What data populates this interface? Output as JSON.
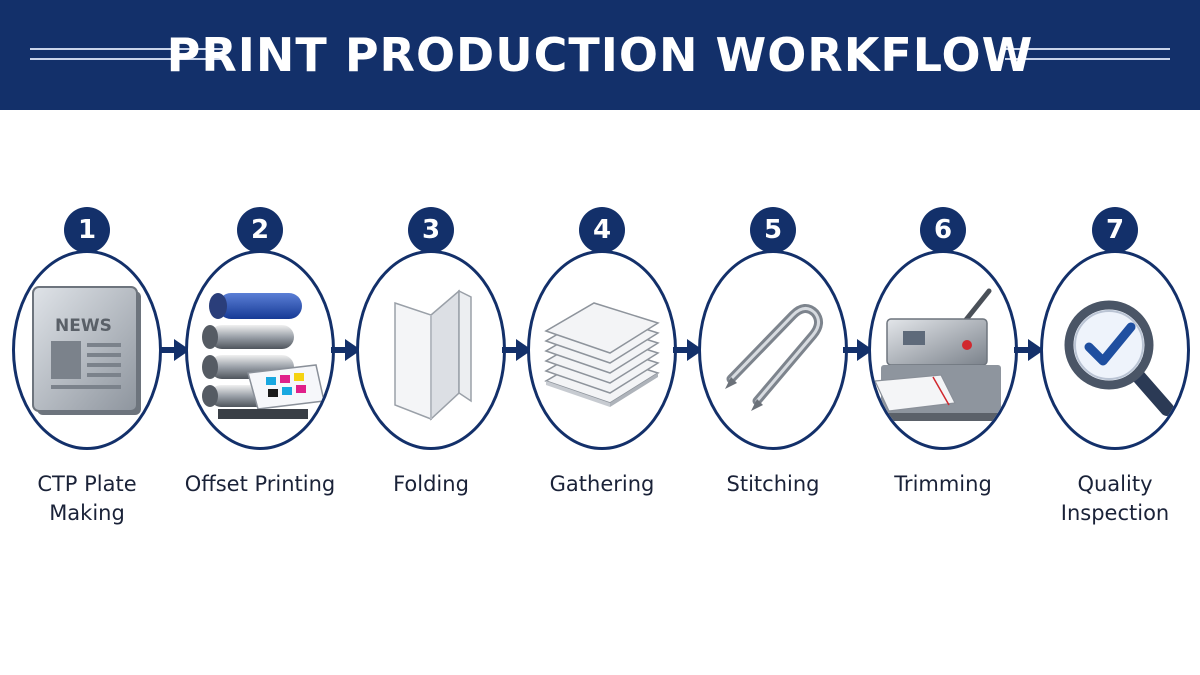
{
  "header": {
    "title": "PRINT PRODUCTION WORKFLOW"
  },
  "steps": [
    {
      "number": "1",
      "label": "CTP Plate Making",
      "icon": "ctp-plate-icon",
      "plate_text": "NEWS"
    },
    {
      "number": "2",
      "label": "Offset Printing",
      "icon": "offset-press-icon"
    },
    {
      "number": "3",
      "label": "Folding",
      "icon": "folded-sheet-icon"
    },
    {
      "number": "4",
      "label": "Gathering",
      "icon": "paper-stack-icon"
    },
    {
      "number": "5",
      "label": "Stitching",
      "icon": "staple-icon"
    },
    {
      "number": "6",
      "label": "Trimming",
      "icon": "paper-cutter-icon"
    },
    {
      "number": "7",
      "label": "Quality Inspection",
      "icon": "magnifier-check-icon"
    }
  ],
  "colors": {
    "navy": "#13306a",
    "accent_check": "#1f4fa0"
  }
}
